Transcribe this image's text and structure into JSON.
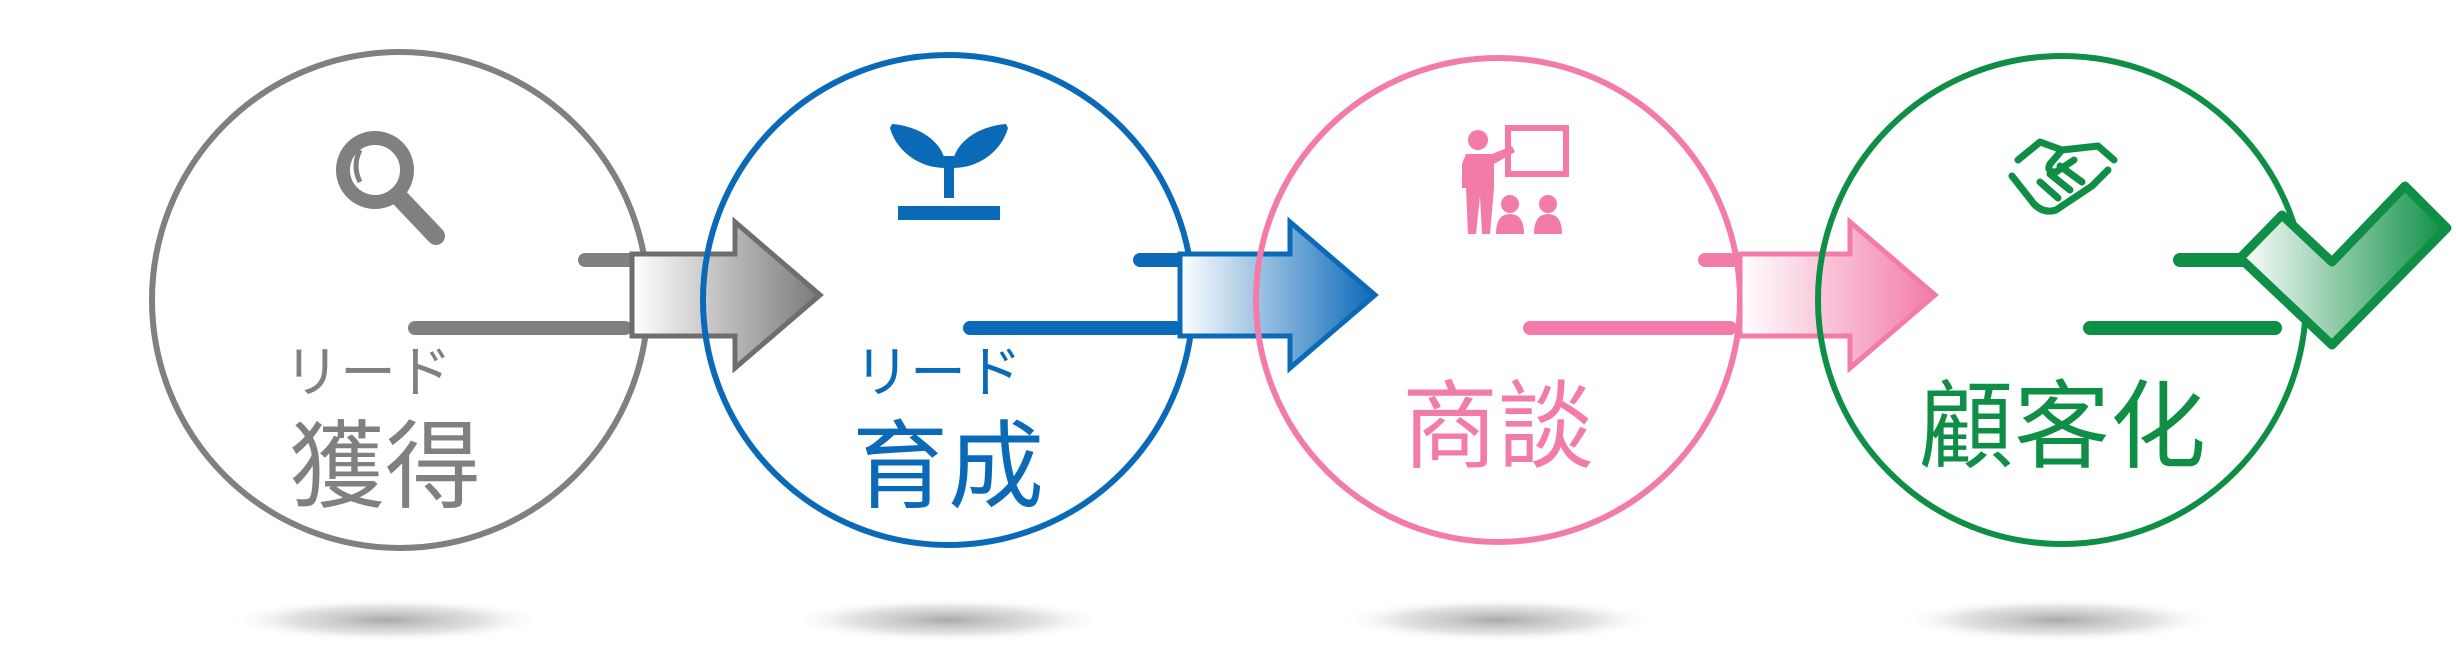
{
  "stages": [
    {
      "ruby": "リード",
      "label": "獲得",
      "color": "#808080",
      "icon": "magnifier-icon"
    },
    {
      "ruby": "リード",
      "label": "育成",
      "color": "#0B6AB8",
      "icon": "sprout-icon"
    },
    {
      "ruby": "",
      "label": "商談",
      "color": "#F27BA9",
      "icon": "presentation-icon"
    },
    {
      "ruby": "",
      "label": "顧客化",
      "color": "#0E8F45",
      "icon": "handshake-icon"
    }
  ],
  "final_mark": {
    "icon": "checkmark-icon",
    "color": "#0E8F45"
  }
}
